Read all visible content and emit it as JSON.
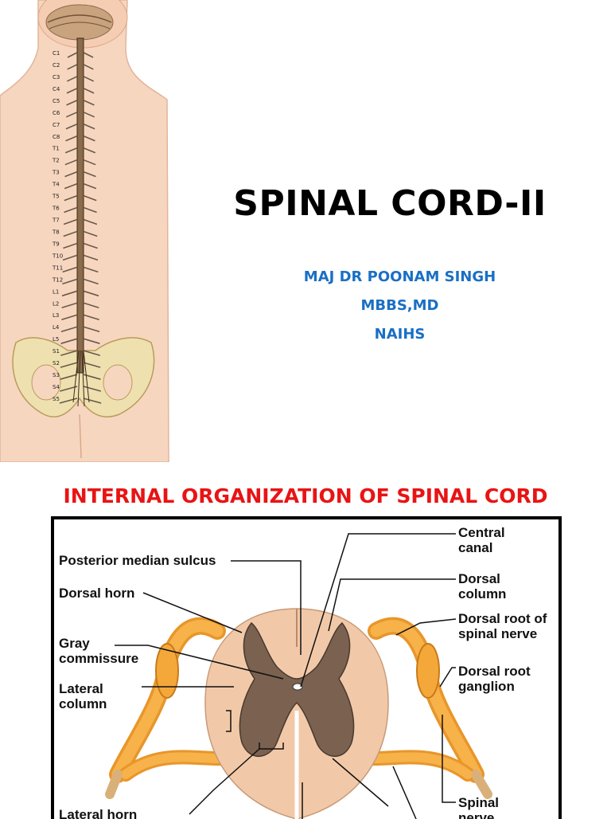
{
  "slide1": {
    "title": "SPINAL CORD-II",
    "author_name": "MAJ DR POONAM SINGH",
    "author_degree": "MBBS,MD",
    "author_institution": "NAIHS",
    "colors": {
      "title": "#000000",
      "author": "#1a6fc4"
    }
  },
  "spine": {
    "segments": [
      "C1",
      "C2",
      "C3",
      "C4",
      "C5",
      "C6",
      "C7",
      "C8",
      "T1",
      "T2",
      "T3",
      "T4",
      "T5",
      "T6",
      "T7",
      "T8",
      "T9",
      "T10",
      "T11",
      "T12",
      "L1",
      "L2",
      "L3",
      "L4",
      "L5",
      "S1",
      "S2",
      "S3",
      "S4",
      "S5"
    ]
  },
  "slide2": {
    "title": "INTERNAL ORGANIZATION OF SPINAL CORD",
    "colors": {
      "title": "#e81414",
      "gray_matter": "#7a6150",
      "white_matter": "#f2c9a8",
      "nerve": "#f4a83a"
    },
    "labels": {
      "posterior_median_sulcus": "Posterior median sulcus",
      "dorsal_horn": "Dorsal horn",
      "gray": "Gray",
      "commissure": "commissure",
      "lateral": "Lateral",
      "column": "column",
      "lateral_horn": "Lateral horn",
      "central": "Central",
      "canal": "canal",
      "dorsal": "Dorsal",
      "dorsal_column": "column",
      "dorsal_root_of": "Dorsal root of",
      "spinal_nerve": "spinal nerve",
      "dorsal_root": "Dorsal root",
      "ganglion": "ganglion",
      "spinal": "Spinal",
      "nerve": "nerve"
    }
  }
}
